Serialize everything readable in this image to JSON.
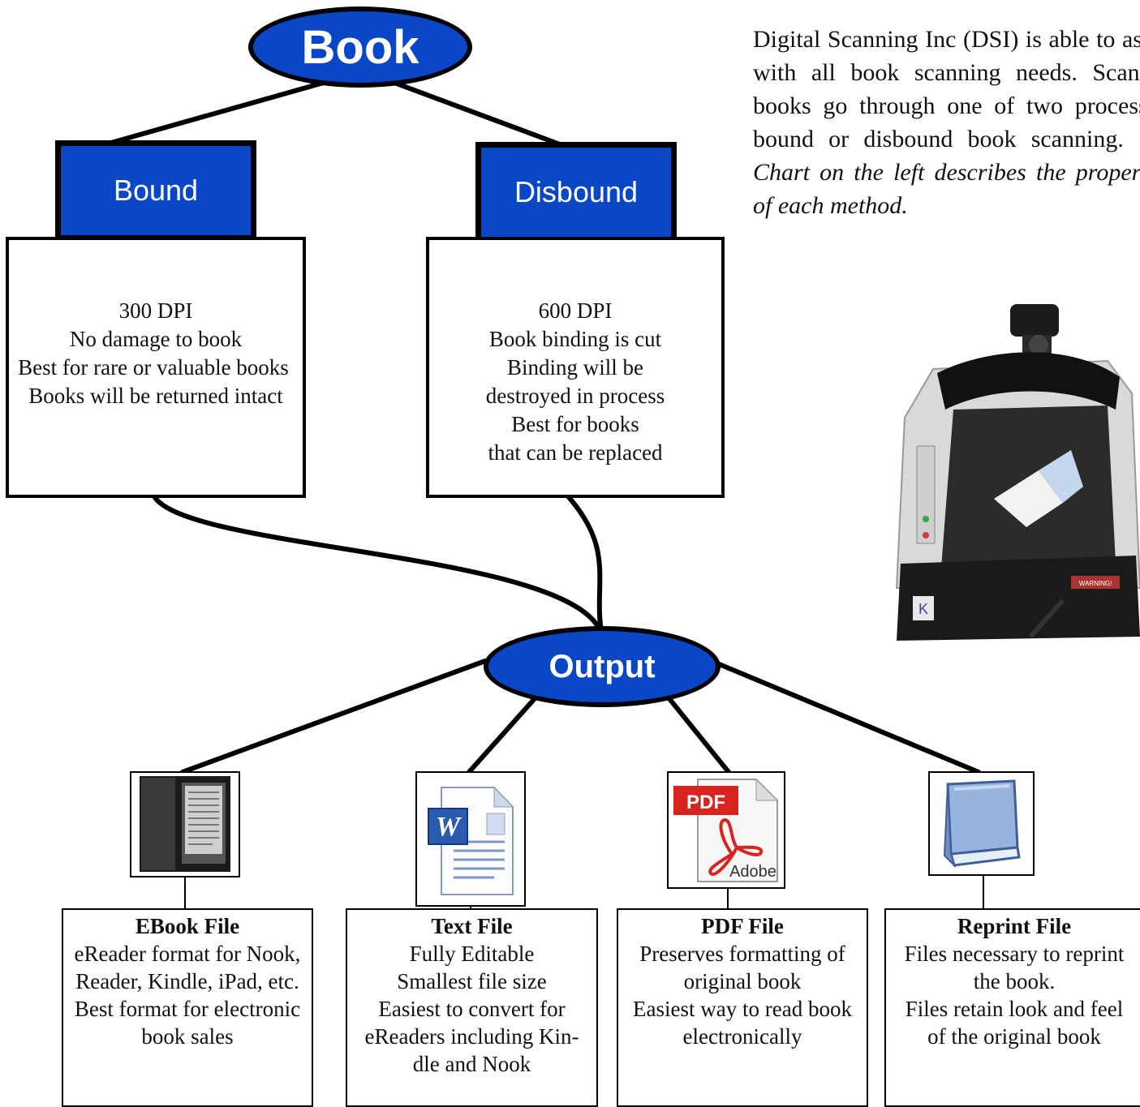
{
  "root": {
    "label": "Book"
  },
  "methods": [
    {
      "label": "Bound",
      "details": [
        "300 DPI",
        "No damage to book",
        "Best for rare or valuable books",
        "Books will be returned intact"
      ]
    },
    {
      "label": "Disbound",
      "details": [
        "600 DPI",
        "Book binding is cut",
        "Binding will be",
        "destroyed in process",
        "Best for books",
        "that can be replaced"
      ]
    }
  ],
  "output": {
    "label": "Output"
  },
  "intro": {
    "text": "Digital Scanning Inc (DSI) is able to assist with all book scanning needs. Scanned books go through one of two processes: bound or disbound book scanning.",
    "italic": "The Chart on the left describes the properties of each method."
  },
  "outputs": [
    {
      "icon": "ereader-icon",
      "title": "EBook File",
      "lines": [
        "eReader format for Nook,",
        "Reader, Kindle, iPad, etc.",
        "Best format for electronic",
        "book sales"
      ]
    },
    {
      "icon": "word-document-icon",
      "title": "Text File",
      "lines": [
        "Fully Editable",
        "Smallest file size",
        "Easiest to convert for",
        "eReaders including Kin-",
        "dle and Nook"
      ]
    },
    {
      "icon": "pdf-adobe-icon",
      "title": "PDF File",
      "lines": [
        "Preserves formatting of",
        "original book",
        "Easiest way to read book",
        "electronically"
      ]
    },
    {
      "icon": "blue-book-icon",
      "title": "Reprint File",
      "lines": [
        "Files necessary to reprint",
        "the book.",
        "Files retain look and feel",
        "of the original book"
      ]
    }
  ],
  "icon_text": {
    "pdf_badge": "PDF",
    "adobe": "Adobe",
    "word_letter": "W",
    "scanner_warning": "WARNING!"
  },
  "colors": {
    "node_blue": "#0a47c7",
    "pdf_red": "#d8231f"
  }
}
